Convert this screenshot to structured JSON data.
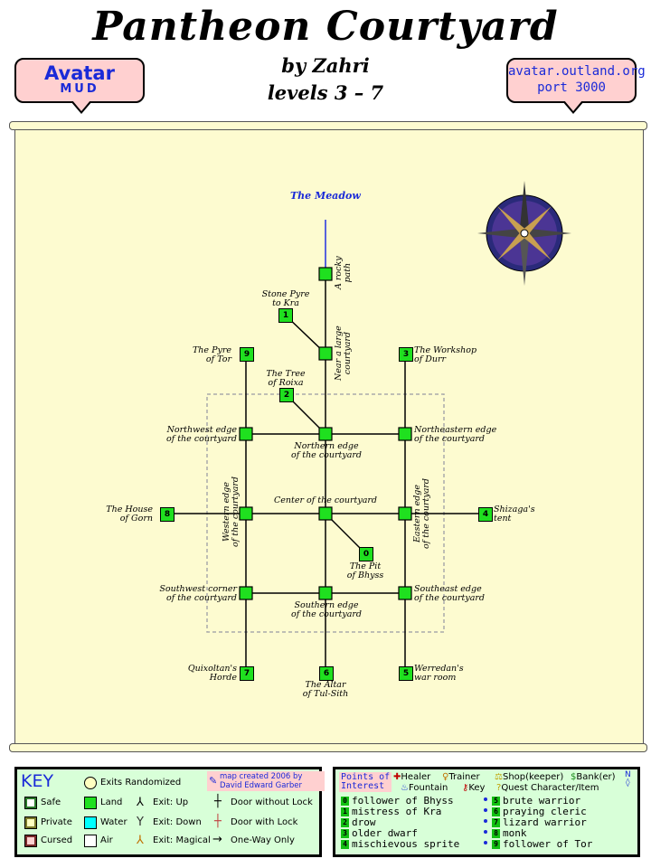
{
  "header": {
    "title": "Pantheon Courtyard",
    "byline": "by Zahri",
    "levels": "levels 3 – 7",
    "badge_left_line1": "Avatar",
    "badge_left_line2": "MUD",
    "badge_right_line1": "avatar.outland.org",
    "badge_right_line2": "port 3000"
  },
  "map": {
    "exit_label": "The Meadow",
    "room_color": "#1fe01f",
    "rooms": [
      {
        "label": "A rocky path"
      },
      {
        "label": "Near a large courtyard"
      },
      {
        "label": "Northwest edge of the courtyard"
      },
      {
        "label": "Northern edge of the courtyard"
      },
      {
        "label": "Northeastern edge of the courtyard"
      },
      {
        "label": "Western edge of the courtyard"
      },
      {
        "label": "Center of the courtyard"
      },
      {
        "label": "Eastern edge of the courtyard"
      },
      {
        "label": "Southwest corner of the courtyard"
      },
      {
        "label": "Southern edge of the courtyard"
      },
      {
        "label": "Southeast edge of the courtyard"
      }
    ],
    "poi_rooms": [
      {
        "num": "1",
        "label_l1": "Stone Pyre",
        "label_l2": "to Kra"
      },
      {
        "num": "2",
        "label_l1": "The Tree",
        "label_l2": "of Roixa"
      },
      {
        "num": "9",
        "label_l1": "The Pyre",
        "label_l2": "of Tor"
      },
      {
        "num": "3",
        "label_l1": "The Workshop",
        "label_l2": "of Durr"
      },
      {
        "num": "8",
        "label_l1": "The House",
        "label_l2": "of Gorn"
      },
      {
        "num": "4",
        "label_l1": "Shizaga's",
        "label_l2": "tent"
      },
      {
        "num": "0",
        "label_l1": "The Pit",
        "label_l2": "of Bhyss"
      },
      {
        "num": "7",
        "label_l1": "Quixoltan's",
        "label_l2": "Horde"
      },
      {
        "num": "6",
        "label_l1": "The Altar",
        "label_l2": "of Tul-Sith"
      },
      {
        "num": "5",
        "label_l1": "Werredan's",
        "label_l2": "war room"
      }
    ],
    "labels": {
      "nw_l1": "Northwest edge",
      "nw_l2": "of the courtyard",
      "n_l1": "Northern edge",
      "n_l2": "of the courtyard",
      "ne_l1": "Northeastern edge",
      "ne_l2": "of the courtyard",
      "c": "Center of the courtyard",
      "w_l1": "Western edge",
      "w_l2": "of the courtyard",
      "e_l1": "Eastern edge",
      "e_l2": "of the courtyard",
      "sw_l1": "Southwest corner",
      "sw_l2": "of the courtyard",
      "s_l1": "Southern edge",
      "s_l2": "of the courtyard",
      "se_l1": "Southeast edge",
      "se_l2": "of the courtyard",
      "rocky_l1": "A rocky",
      "rocky_l2": "path",
      "near_l1": "Near a large",
      "near_l2": "courtyard"
    }
  },
  "key": {
    "title": "KEY",
    "exits_randomized": "Exits Randomized",
    "credit_l1": "map created 2006 by",
    "credit_l2": "David Edward Garber",
    "safe": "Safe",
    "private": "Private",
    "cursed": "Cursed",
    "land": "Land",
    "water": "Water",
    "air": "Air",
    "exit_up": "Exit: Up",
    "exit_down": "Exit: Down",
    "exit_magical": "Exit: Magical",
    "door_without_lock": "Door without Lock",
    "door_with_lock": "Door with Lock",
    "one_way": "One-Way Only",
    "colors": {
      "safe": "#ffffff",
      "private": "#ffffc0",
      "cursed": "#ffd0d0",
      "land": "#1fe01f",
      "water": "#00ffff",
      "air": "#ffffff"
    }
  },
  "poi": {
    "title_l1": "Points of",
    "title_l2": "Interest",
    "healer": "Healer",
    "trainer": "Trainer",
    "shop": "Shop(keeper)",
    "bank": "Bank(er)",
    "fountain": "Fountain",
    "keyitem": "Key",
    "quest": "Quest Character/Item",
    "compass_n": "N",
    "left": [
      {
        "num": "0",
        "text": "follower of Bhyss"
      },
      {
        "num": "1",
        "text": "mistress of Kra"
      },
      {
        "num": "2",
        "text": "drow"
      },
      {
        "num": "3",
        "text": "older dwarf"
      },
      {
        "num": "4",
        "text": "mischievous sprite"
      }
    ],
    "right": [
      {
        "num": "5",
        "text": "brute warrior"
      },
      {
        "num": "6",
        "text": "praying cleric"
      },
      {
        "num": "7",
        "text": "lizard warrior"
      },
      {
        "num": "8",
        "text": "monk"
      },
      {
        "num": "9",
        "text": "follower of Tor"
      }
    ]
  }
}
